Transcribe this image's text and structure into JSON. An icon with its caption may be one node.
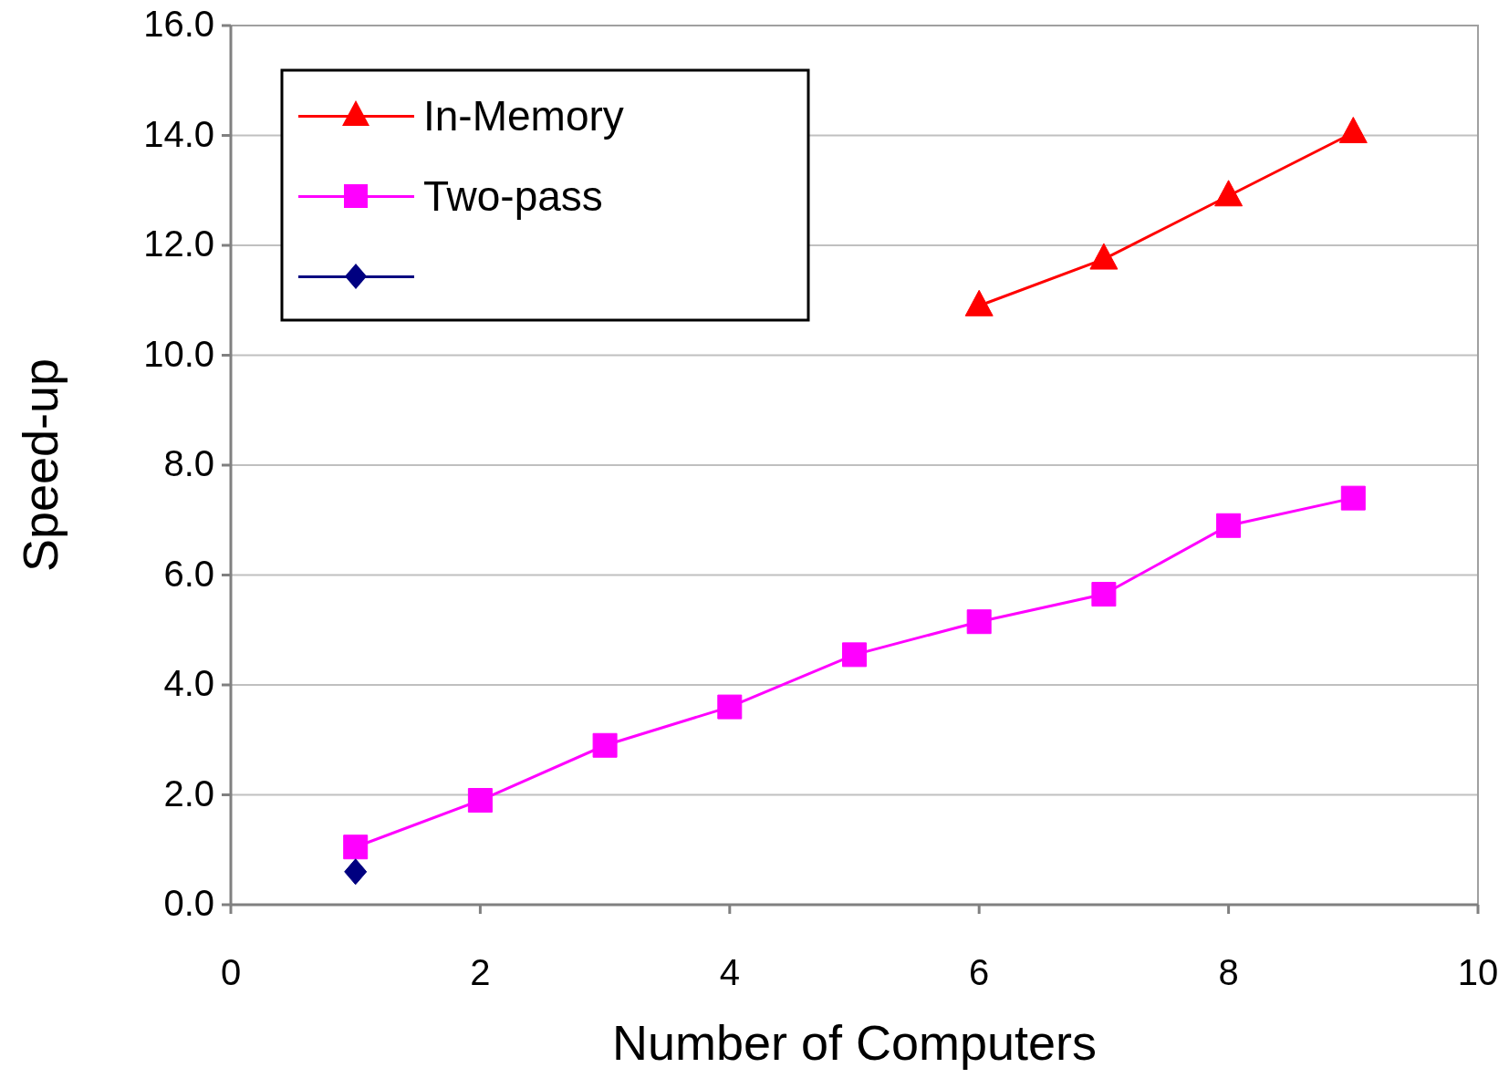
{
  "diagram": {
    "chart_data": {
      "type": "line",
      "xlabel": "Number of Computers",
      "ylabel": "Speed-up",
      "x": [
        1,
        2,
        3,
        4,
        5,
        6,
        7,
        8,
        9
      ],
      "series": [
        {
          "name": "In-Memory",
          "color": "#ff0000",
          "marker": "triangle",
          "values": [
            null,
            null,
            null,
            null,
            null,
            10.9,
            11.75,
            12.9,
            14.05
          ]
        },
        {
          "name": "Two-pass",
          "color": "#ff00ff",
          "marker": "square",
          "values": [
            1.05,
            1.9,
            2.9,
            3.6,
            4.55,
            5.15,
            5.65,
            6.9,
            7.4
          ]
        },
        {
          "color": "#000080",
          "marker": "diamond",
          "values": [
            0.6,
            null,
            null,
            null,
            null,
            null,
            null,
            null,
            null
          ]
        }
      ],
      "grid": true,
      "legend": true,
      "xlim": [
        0,
        10
      ],
      "ylim": [
        0,
        16
      ],
      "xticks": [
        0,
        2,
        4,
        6,
        8,
        10
      ],
      "yticks": [
        {
          "value": 0,
          "label": "0.0"
        },
        {
          "value": 2,
          "label": "2.0"
        },
        {
          "value": 4,
          "label": "4.0"
        },
        {
          "value": 6,
          "label": "6.0"
        },
        {
          "value": 8,
          "label": "8.0"
        },
        {
          "value": 10,
          "label": "10.0"
        },
        {
          "value": 12,
          "label": "12.0"
        },
        {
          "value": 14,
          "label": "14.0"
        },
        {
          "value": 16,
          "label": "16.0"
        }
      ]
    }
  }
}
